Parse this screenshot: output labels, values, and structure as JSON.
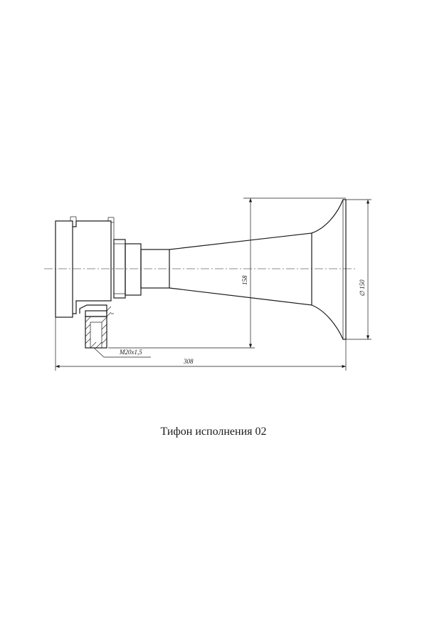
{
  "drawing": {
    "dim_overall_length": "308",
    "dim_horn_bore": "158",
    "dim_bell_diameter": "∅ 150",
    "thread_label": "M20x1,5"
  },
  "caption": "Тифон исполнения 02"
}
